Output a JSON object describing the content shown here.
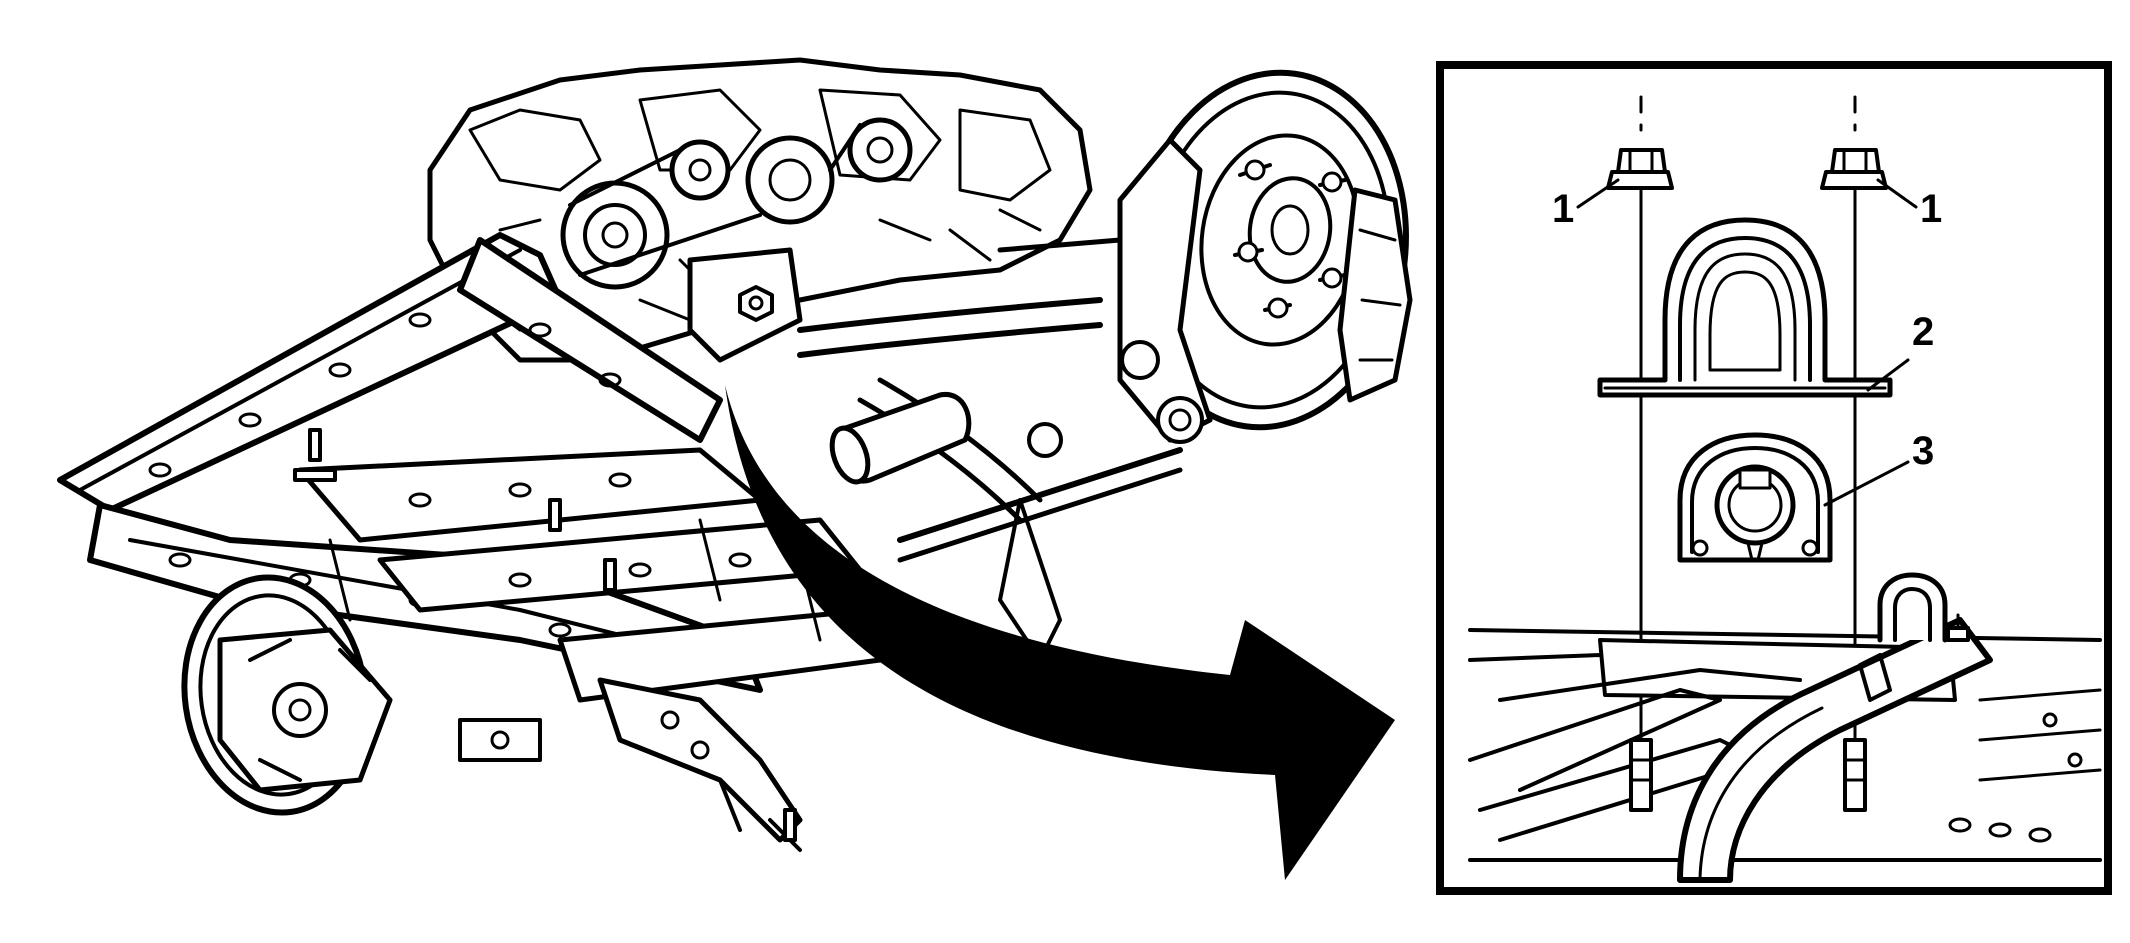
{
  "diagram": {
    "background": "#ffffff",
    "ink": "#000000",
    "callouts": [
      {
        "id": "nut-left",
        "label": "1"
      },
      {
        "id": "nut-right",
        "label": "1"
      },
      {
        "id": "bracket",
        "label": "2"
      },
      {
        "id": "bushing",
        "label": "3"
      }
    ]
  }
}
